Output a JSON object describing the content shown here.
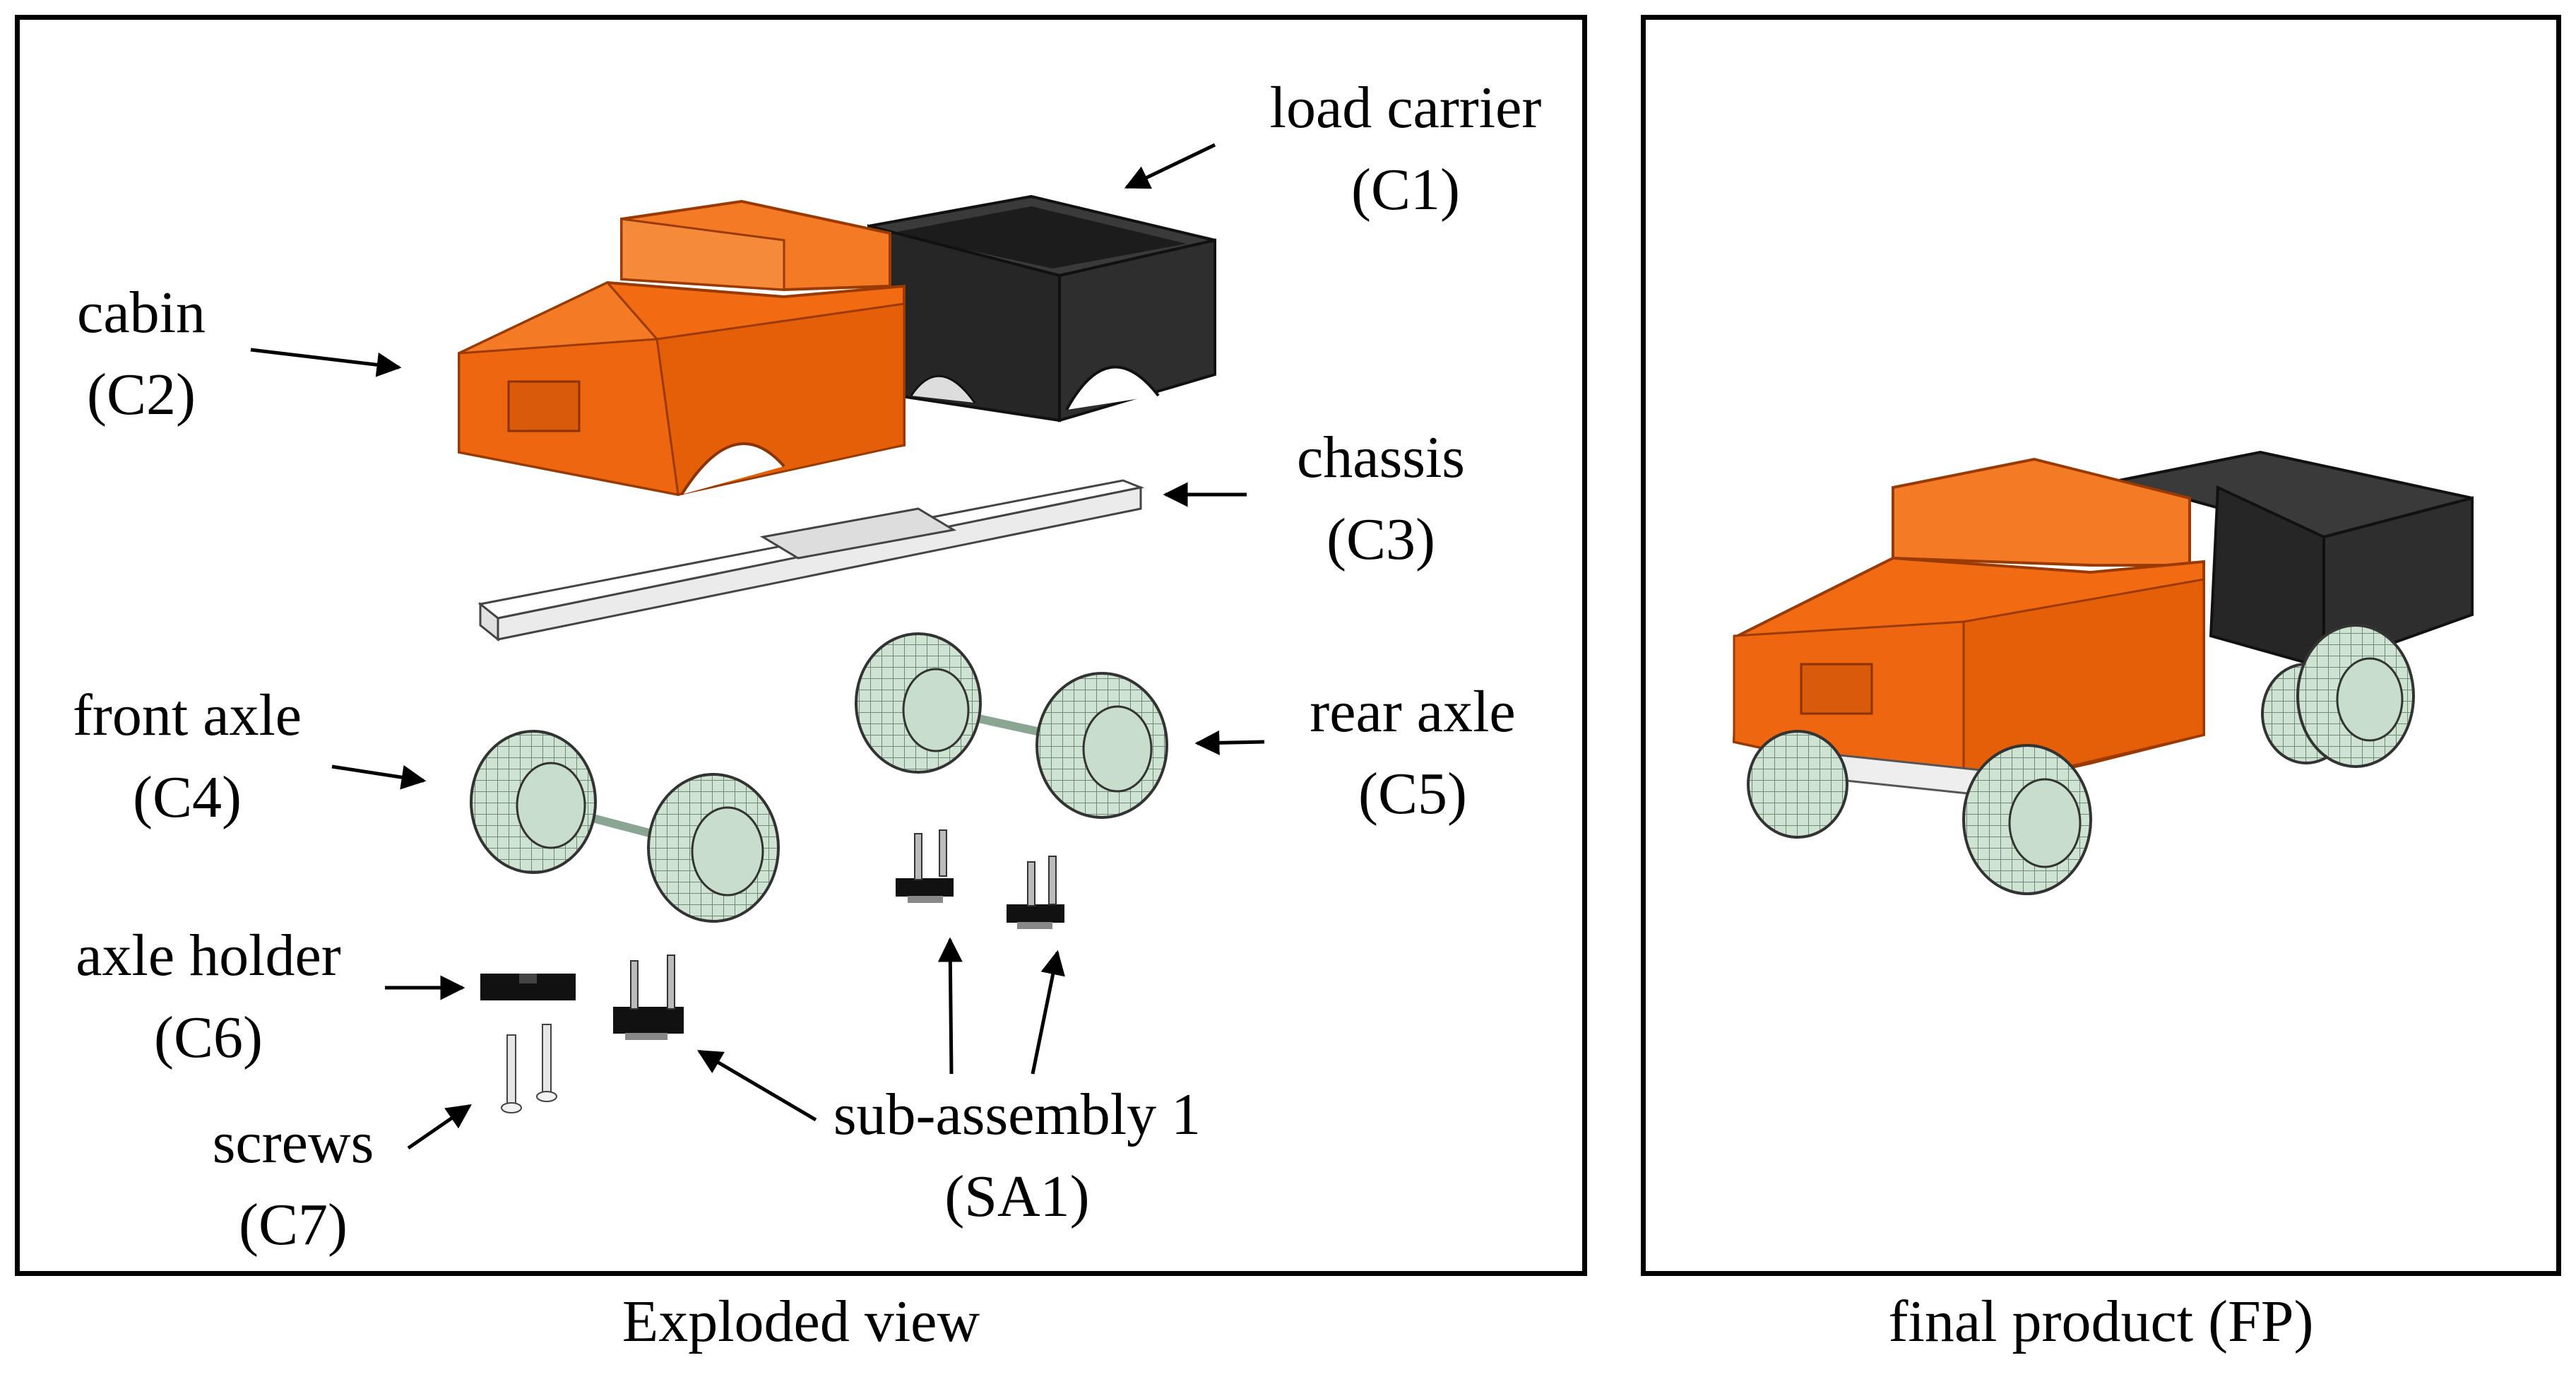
{
  "panels": {
    "exploded": {
      "caption": "Exploded view"
    },
    "final": {
      "caption": "final product (FP)"
    }
  },
  "labels": {
    "load_carrier": {
      "name": "load carrier",
      "code": "(C1)"
    },
    "cabin": {
      "name": "cabin",
      "code": "(C2)"
    },
    "chassis": {
      "name": "chassis",
      "code": "(C3)"
    },
    "front_axle": {
      "name": "front axle",
      "code": "(C4)"
    },
    "rear_axle": {
      "name": "rear axle",
      "code": "(C5)"
    },
    "axle_holder": {
      "name": "axle holder",
      "code": "(C6)"
    },
    "screws": {
      "name": "screws",
      "code": "(C7)"
    },
    "sub_assembly": {
      "name": "sub-assembly 1",
      "code": "(SA1)"
    }
  },
  "colors": {
    "cabin": "#f26b12",
    "load_carrier": "#262626",
    "chassis": "#f2f2f2",
    "wheel": "#cfe3d3",
    "holder": "#111111",
    "screw": "#e6e6e6"
  }
}
